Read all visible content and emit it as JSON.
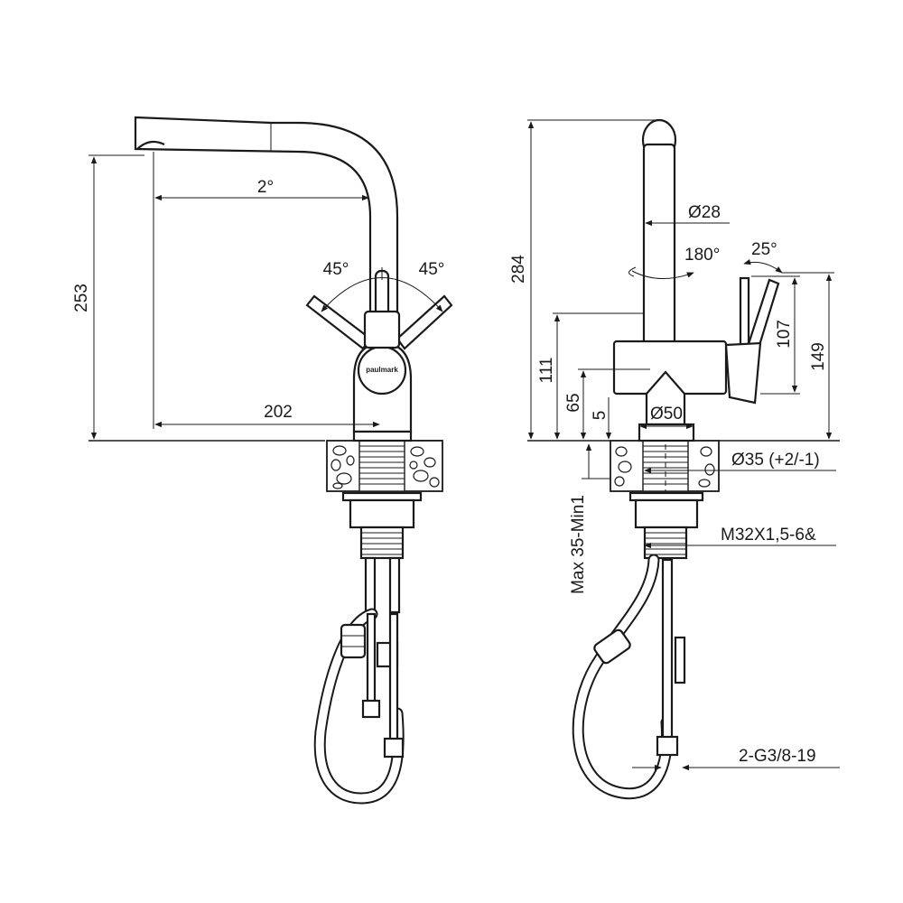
{
  "front_view": {
    "angle_top": "2°",
    "height_253": "253",
    "lever_left": "45°",
    "lever_right": "45°",
    "reach_202": "202",
    "brand_mark": "paulmark"
  },
  "side_view": {
    "height_284": "284",
    "spout_dia": "Ø28",
    "rotation": "180°",
    "lever_tilt": "25°",
    "height_107": "107",
    "height_149": "149",
    "height_111": "111",
    "height_65": "65",
    "height_5": "5",
    "base_dia": "Ø50",
    "hole_dia": "Ø35 (+2/-1)",
    "thread_spec": "M32X1,5-6&",
    "counter_thickness": "Max 35-Min1",
    "hose_connection": "2-G3/8-19"
  },
  "colors": {
    "line": "#1a1a1a",
    "background": "#ffffff"
  }
}
